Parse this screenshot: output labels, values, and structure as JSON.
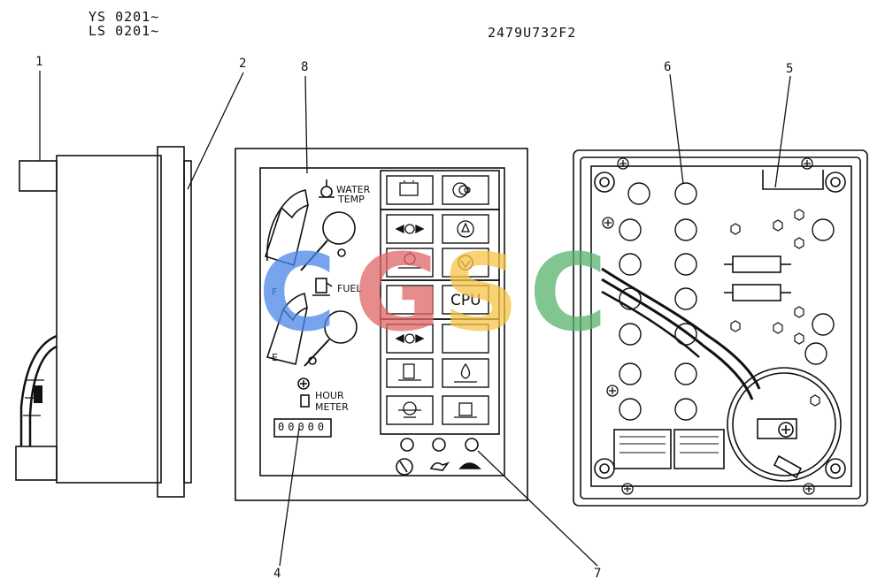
{
  "header": {
    "serial_line_1": "YS 0201~",
    "serial_line_2": "LS 0201~",
    "part_number": "2479U732F2"
  },
  "callouts": [
    "1",
    "2",
    "8",
    "6",
    "5",
    "4",
    "7"
  ],
  "panel": {
    "water_temp_1": "WATER",
    "water_temp_2": "TEMP",
    "fuel": "FUEL",
    "fuel_full": "F",
    "fuel_empty": "E",
    "hour_1": "HOUR",
    "hour_2": "METER",
    "hour_digits": "00000",
    "cpu": "CPU"
  },
  "watermark": {
    "letters": [
      "C",
      "G",
      "S",
      "C"
    ],
    "colors": [
      "#4a86e8",
      "#e06666",
      "#f6c445",
      "#57b26d"
    ]
  }
}
